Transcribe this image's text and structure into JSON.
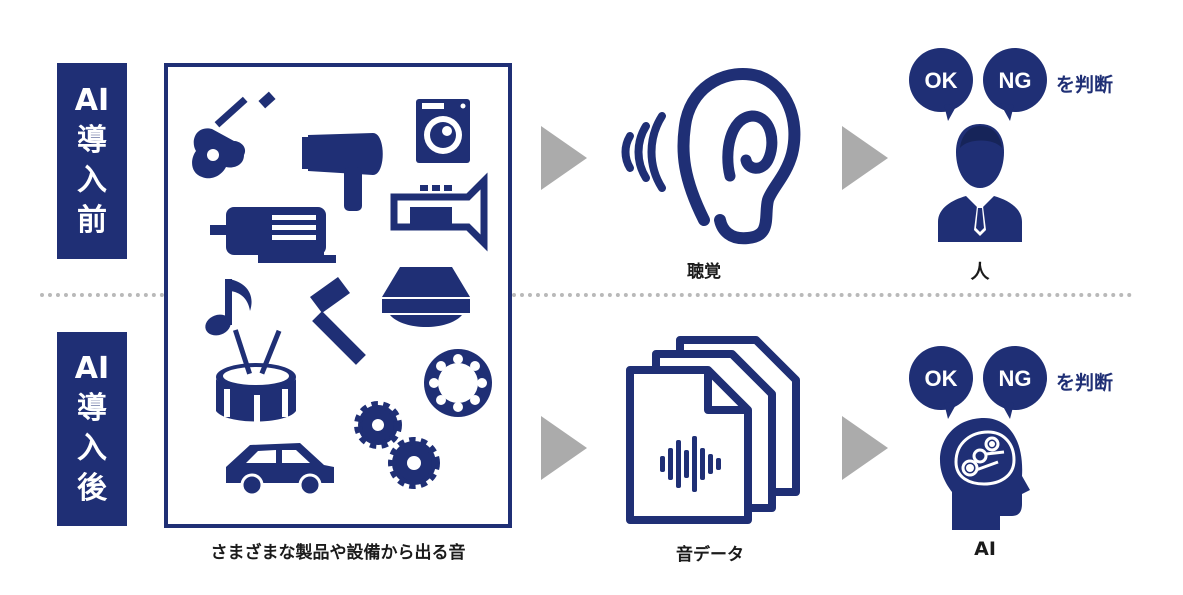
{
  "labels": {
    "before": [
      "AI",
      "導",
      "入",
      "前"
    ],
    "after": [
      "AI",
      "導",
      "入",
      "後"
    ]
  },
  "captions": {
    "sources": "さまざまな製品や設備から出る音",
    "hearing": "聴覚",
    "human": "人",
    "sound_data": "音データ",
    "ai": "AI"
  },
  "judgement": {
    "ok": "OK",
    "ng": "NG",
    "suffix": "を判断"
  },
  "icons": {
    "sources": [
      "guitar-icon",
      "hair-dryer-icon",
      "washing-machine-icon",
      "motor-icon",
      "trumpet-icon",
      "music-note-icon",
      "hammer-icon",
      "disc-drive-icon",
      "drum-icon",
      "bearing-icon",
      "gears-icon",
      "car-icon"
    ],
    "before_flow": [
      "ear-icon",
      "person-icon"
    ],
    "after_flow": [
      "audio-files-icon",
      "ai-head-icon"
    ]
  },
  "colors": {
    "navy": "#1f2f75",
    "arrow_gray": "#ababab",
    "divider_gray": "#b9b9b9"
  }
}
